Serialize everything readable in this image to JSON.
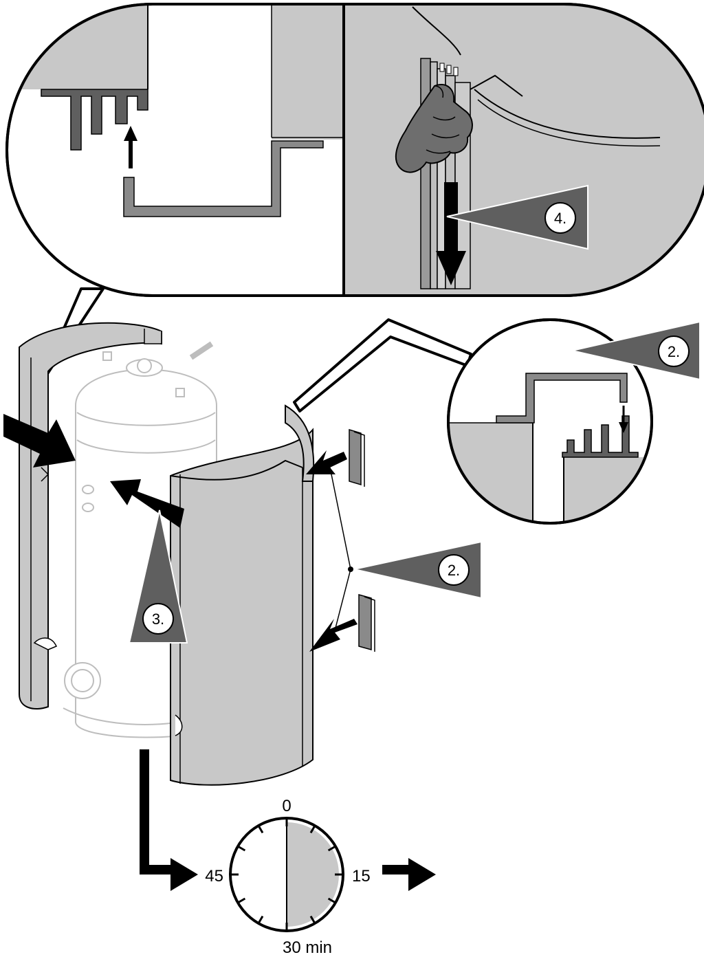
{
  "steps": {
    "step2_zoom": "2.",
    "step2_clips": "2.",
    "step3": "3.",
    "step4": "4."
  },
  "timer": {
    "label_top": "0",
    "label_right": "15",
    "label_bottom": "30 min",
    "label_left": "45",
    "elapsed_fraction": 0.5
  },
  "colors": {
    "panel_gray": "#c8c8c8",
    "dark_gray": "#5f5f5f",
    "mid_gray": "#8a8a8a",
    "faint_line": "#bdbdbd",
    "black": "#000000",
    "white": "#ffffff"
  },
  "icons": {
    "hand": "hand-icon",
    "arrow": "arrow-icon"
  }
}
